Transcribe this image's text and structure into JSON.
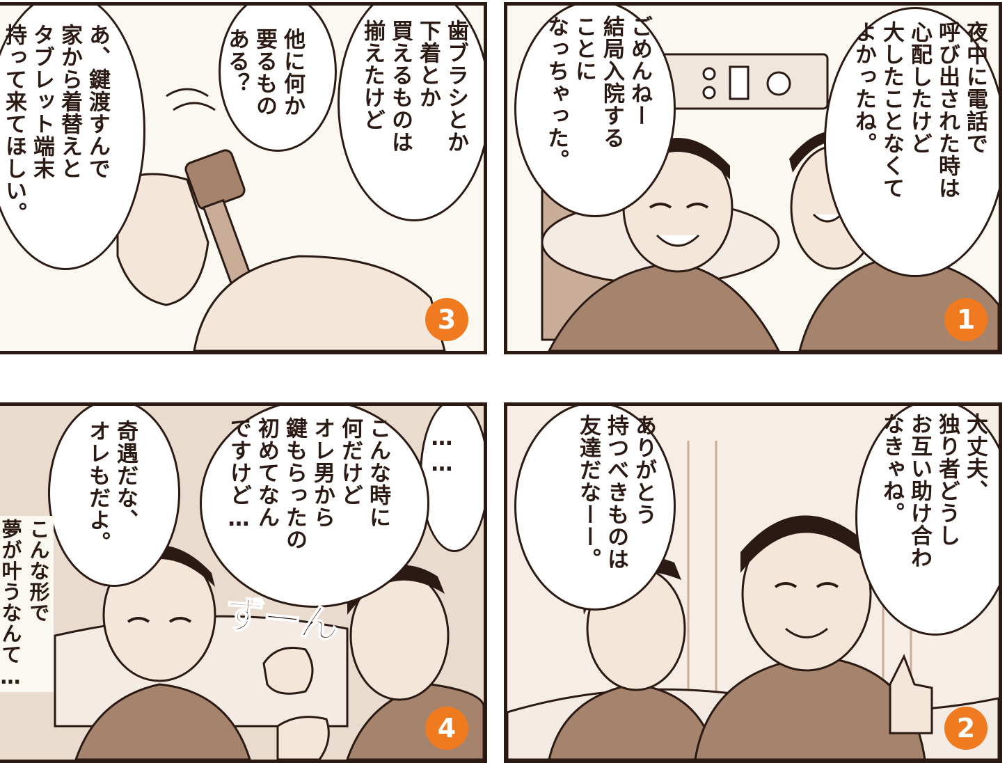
{
  "colors": {
    "ink": "#2b1a14",
    "tone": "#a6836c",
    "badge": "#ef7a1f",
    "paper": "#fbf7f1"
  },
  "panels": [
    {
      "number": "1",
      "bubbles": [
        "夜中に電話で\n呼び出された時は\n心配したけど\n大したことなくて\nよかったね。",
        "ごめんねー\n結局入院する\nことに\nなっちゃった。"
      ]
    },
    {
      "number": "2",
      "bubbles": [
        "大丈夫、\n独り者どうし\nお互い助け合わ\nなきゃね。",
        "ありがとう\n持つべきものは\n友達だなーー。"
      ]
    },
    {
      "number": "3",
      "bubbles": [
        "歯ブラシとか\n下着とか\n買えるものは\n揃えたけど",
        "他に何か\n要るもの\nある？",
        "あ、鍵渡すんで\n家から着替えと\nタブレット端末\n持って来てほしい。"
      ]
    },
    {
      "number": "4",
      "bubbles": [
        "……",
        "こんな時に\n何だけど\nオレ男から\n鍵もらったの\n初めてなん\nですけど…",
        "奇遇だな、\nオレもだよ。"
      ],
      "narration": "こんな形で\n夢が叶うなんて…",
      "sfx": "ずーん"
    }
  ]
}
